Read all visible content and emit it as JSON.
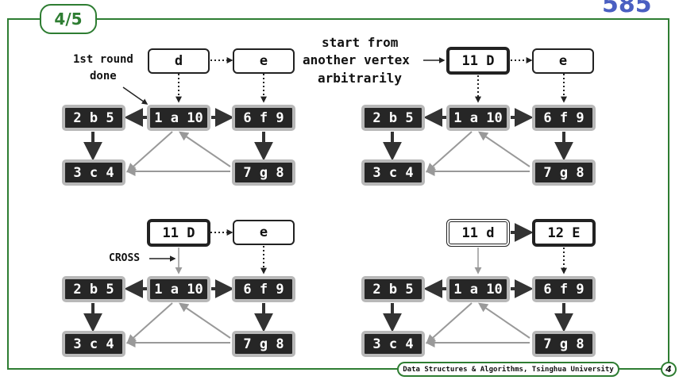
{
  "step_badge": "4/5",
  "page_number": "585",
  "footer": {
    "course": "Data Structures & Algorithms, Tsinghua University",
    "page": "4"
  },
  "panel_tl": {
    "annotation_1st_round": "1st round",
    "annotation_done": "done",
    "nodes": {
      "d": "d",
      "e": "e",
      "a": "1 a 10",
      "b": "2 b 5",
      "f": "6 f 9",
      "c": "3 c 4",
      "g": "7 g 8"
    }
  },
  "panel_tr": {
    "annotation_start": "start from",
    "annotation_another": "another vertex",
    "annotation_arbitrarily": "arbitrarily",
    "nodes": {
      "D": "11 D",
      "e": "e",
      "a": "1 a 10",
      "b": "2 b 5",
      "f": "6 f 9",
      "c": "3 c 4",
      "g": "7 g 8"
    }
  },
  "panel_bl": {
    "annotation_cross": "CROSS",
    "nodes": {
      "D": "11 D",
      "e": "e",
      "a": "1 a 10",
      "b": "2 b 5",
      "f": "6 f 9",
      "c": "3 c 4",
      "g": "7 g 8"
    }
  },
  "panel_br": {
    "nodes": {
      "d": "11 d",
      "E": "12 E",
      "a": "1 a 10",
      "b": "2 b 5",
      "f": "6 f 9",
      "c": "3 c 4",
      "g": "7 g 8"
    }
  }
}
